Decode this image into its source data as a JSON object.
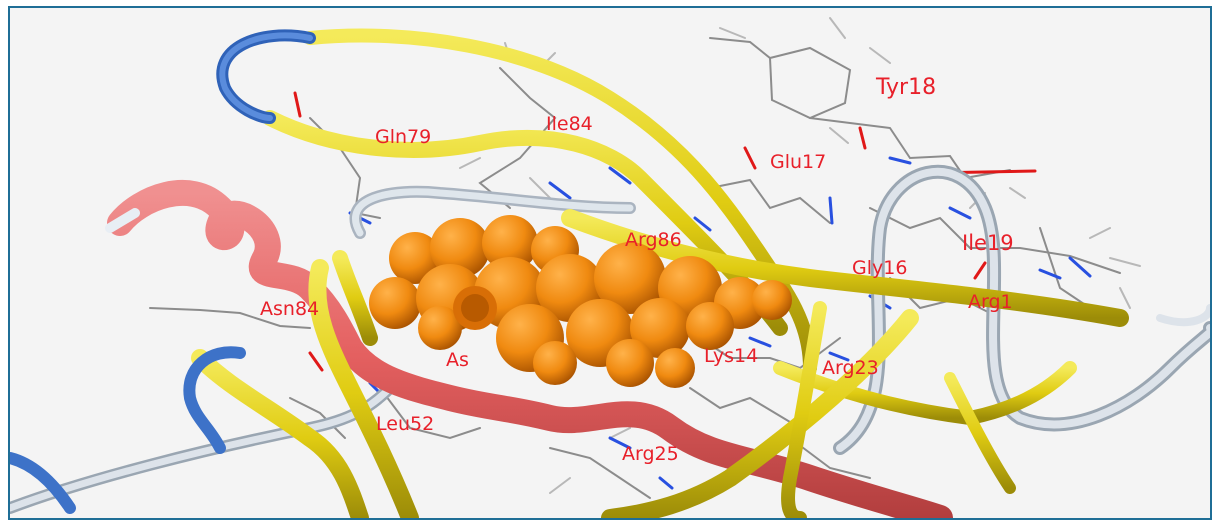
{
  "labels": {
    "gln79": "Gln79",
    "ile84": "Ile84",
    "tyr18": "Tyr18",
    "glu17": "Glu17",
    "arg86": "Arg86",
    "ile19": "Ile19",
    "gly16": "Gly16",
    "arg1x": "Arg1",
    "asn84": "Asn84",
    "asx": "As",
    "lys14": "Lys14",
    "arg23": "Arg23",
    "leu52": "Leu52",
    "arg25": "Arg25"
  },
  "colors": {
    "sheet": "#e4d51e",
    "helix": "#e46a6a",
    "coil": "#c4ced8",
    "coil_blue": "#3d72c8",
    "ligand": "#f0840e",
    "label": "#e8202a",
    "frame": "#1f6e96"
  }
}
